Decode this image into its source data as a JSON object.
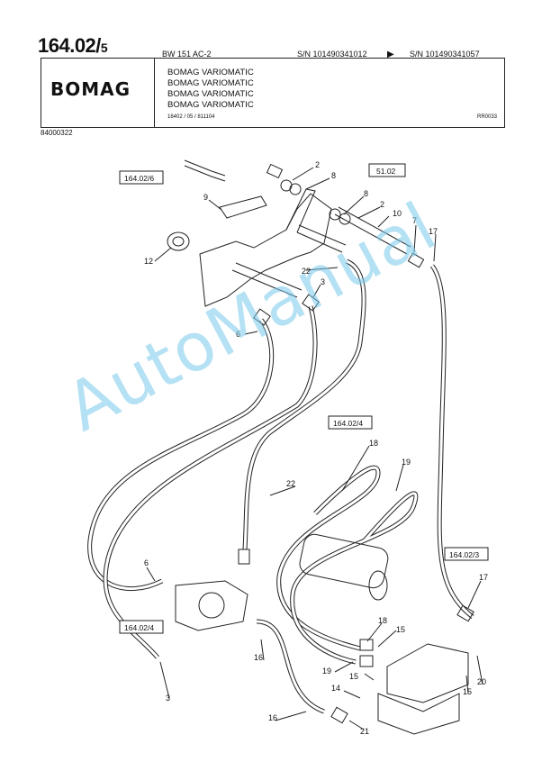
{
  "header": {
    "page_number_main": "164.02/",
    "page_number_sub": "5",
    "model": "BW 151 AC-2",
    "sn_from": "S/N 101490341012",
    "sn_to": "S/N 101490341057",
    "logo_text": "BOMAG",
    "titles": [
      "BOMAG VARIOMATIC",
      "BOMAG VARIOMATIC",
      "BOMAG VARIOMATIC",
      "BOMAG VARIOMATIC"
    ],
    "reference": "16402 / 05 / 811104",
    "code": "RR0033",
    "doc_number": "84000322"
  },
  "diagram": {
    "ref_boxes": [
      "164.02/6",
      "51.02",
      "164.02/4",
      "164.02/4",
      "164.02/3"
    ],
    "callouts": [
      "2",
      "8",
      "9",
      "12",
      "8",
      "2",
      "10",
      "7",
      "17",
      "22",
      "3",
      "6",
      "18",
      "19",
      "22",
      "6",
      "17",
      "18",
      "15",
      "16",
      "19",
      "15",
      "20",
      "14",
      "15",
      "3",
      "16",
      "21"
    ]
  },
  "watermark": "AutoManual"
}
